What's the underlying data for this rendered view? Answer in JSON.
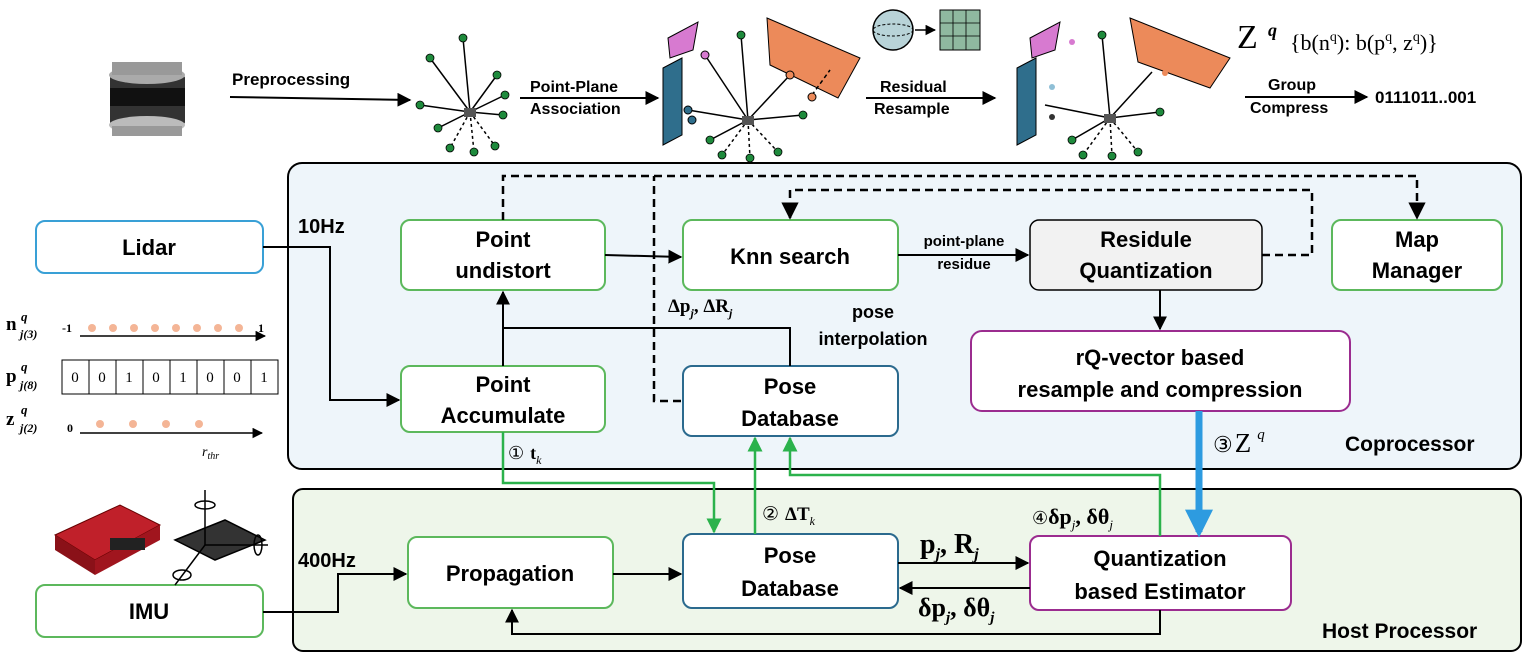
{
  "pipeline": {
    "preprocessing": "Preprocessing",
    "assoc_line1": "Point-Plane",
    "assoc_line2": "Association",
    "residual_line1": "Residual",
    "residual_line2": "Resample",
    "group_line1": "Group",
    "group_line2": "Compress",
    "bitstream": "0111011..001",
    "zq_symbol": "Z",
    "zq_sup": "q",
    "zq_expr": "{b(n",
    "zq_expr_q1": "q",
    "zq_expr_mid": "): b(p",
    "zq_expr_q2": "q",
    "zq_expr_comma": ", z",
    "zq_expr_q3": "q",
    "zq_expr_end": ")}"
  },
  "sensors": {
    "lidar": "Lidar",
    "imu": "IMU",
    "rate_lidar": "10Hz",
    "rate_imu": "400Hz"
  },
  "coprocessor": {
    "title": "Coprocessor",
    "point_undistort": [
      "Point",
      "undistort"
    ],
    "knn_search": "Knn search",
    "residule_quant": [
      "Residule",
      "Quantization"
    ],
    "map_manager": [
      "Map",
      "Manager"
    ],
    "point_accumulate": [
      "Point",
      "Accumulate"
    ],
    "pose_db": [
      "Pose",
      "Database"
    ],
    "rq_vector": [
      "rQ-vector based",
      "resample and compression"
    ],
    "pp_residue": [
      "point-plane",
      "residue"
    ],
    "pose_interp": [
      "pose",
      "interpolation"
    ],
    "delta_label": "Δp",
    "delta_j": "j",
    "delta_R": ", ΔR",
    "delta_Rj": "j"
  },
  "host": {
    "title": "Host Processor",
    "propagation": "Propagation",
    "pose_db": [
      "Pose",
      "Database"
    ],
    "estimator": [
      "Quantization",
      "based Estimator"
    ],
    "pj": "p",
    "pj_sub": "j",
    "Rj": ", R",
    "Rj_sub": "j",
    "dp": "δp",
    "dp_sub": "j",
    "dth": ", δθ",
    "dth_sub": "j"
  },
  "steps": {
    "s1": "①",
    "s1_sym": "t",
    "s1_sub": "k",
    "s2": "②",
    "s2_sym": "ΔT",
    "s2_sub": "k",
    "s3": "③",
    "s3_sym": "Z",
    "s3_sup": "q",
    "s4": "④",
    "s4_sym": "δp",
    "s4_sub": "j",
    "s4_sym2": ", δθ",
    "s4_sub2": "j"
  },
  "quant_legend": {
    "n_label": "n",
    "n_sup": "q",
    "n_sub": "j(3)",
    "n_min": "-1",
    "n_max": "1",
    "p_label": "p",
    "p_sup": "q",
    "p_sub": "j(8)",
    "p_bits": [
      "0",
      "0",
      "1",
      "0",
      "1",
      "0",
      "0",
      "1"
    ],
    "z_label": "z",
    "z_sup": "q",
    "z_sub": "j(2)",
    "z_min": "0",
    "r_thr": "r",
    "r_thr_sub": "thr"
  },
  "colors": {
    "green_border": "#5cb85c",
    "blue_border": "#2b6a8e",
    "purple_border": "#9b2c8f",
    "lidar_border": "#39a0d6",
    "copro_bg": "#eef5fa",
    "host_bg": "#eef6ea",
    "green_arrow": "#2bb24c",
    "blue_arrow": "#2d9be0",
    "orange_plane": "#ec8a5a",
    "teal_plane": "#2f6e8c",
    "pink_plane": "#d77ad0",
    "point_green": "#1e8a3c"
  }
}
